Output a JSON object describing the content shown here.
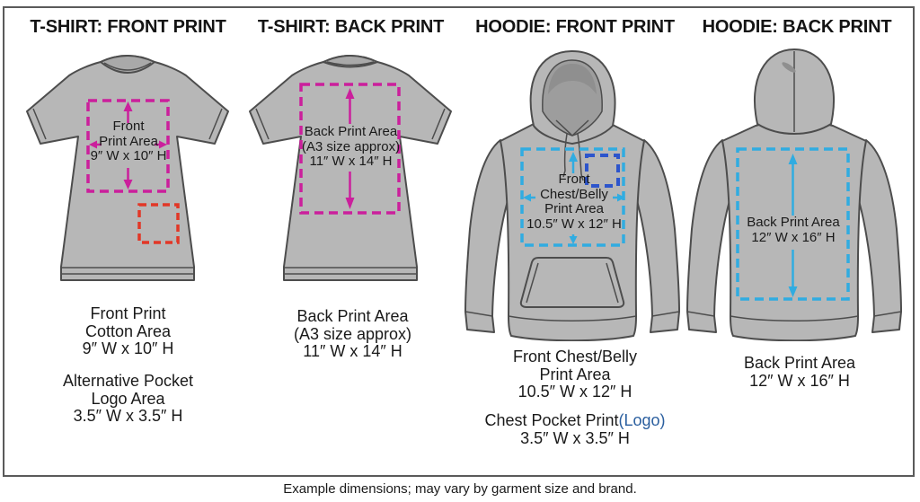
{
  "colors": {
    "magenta": "#cb1f9c",
    "red": "#e23726",
    "cyan": "#30ace1",
    "pocket_blue": "#2d55cc",
    "logo_blue": "#2b5f9f",
    "garment": "#b7b7b7",
    "garment_line": "#4d4d4d",
    "hood_inner": "#9d9d9d",
    "frame": "#5a5a5a"
  },
  "caption": "Example dimensions; may vary by garment size and brand.",
  "panels": [
    {
      "heading": "T-SHIRT: FRONT PRINT",
      "box_label": [
        "Front",
        "Print Area",
        "9″ W x 10″ H"
      ],
      "note1": [
        "Front Print",
        "Cotton Area",
        "9″ W x 10″ H"
      ],
      "note2": [
        "Alternative Pocket",
        "Logo Area",
        "3.5″ W x 3.5″ H"
      ]
    },
    {
      "heading": "T-SHIRT: BACK PRINT",
      "box_label": [
        "Back Print Area",
        "(A3 size approx)",
        "11″ W x 14″ H"
      ],
      "note1": [
        "Back Print Area",
        "(A3 size approx)",
        "11″ W x 14″ H"
      ]
    },
    {
      "heading": "HOODIE: FRONT PRINT",
      "box_label": [
        "Front",
        "Chest/Belly",
        "Print Area",
        "10.5″ W x 12″ H"
      ],
      "note1": [
        "Front Chest/Belly",
        "Print Area",
        "10.5″ W x 12″ H"
      ],
      "pocket_note": {
        "text": "Chest Pocket Print",
        "logo": "(Logo)",
        "size": "3.5″ W x 3.5″ H"
      }
    },
    {
      "heading": "HOODIE: BACK PRINT",
      "box_label": [
        "Back Print Area",
        "12″ W x 16″ H"
      ],
      "note1": [
        "Back Print Area",
        "12″ W x 16″ H"
      ]
    }
  ]
}
